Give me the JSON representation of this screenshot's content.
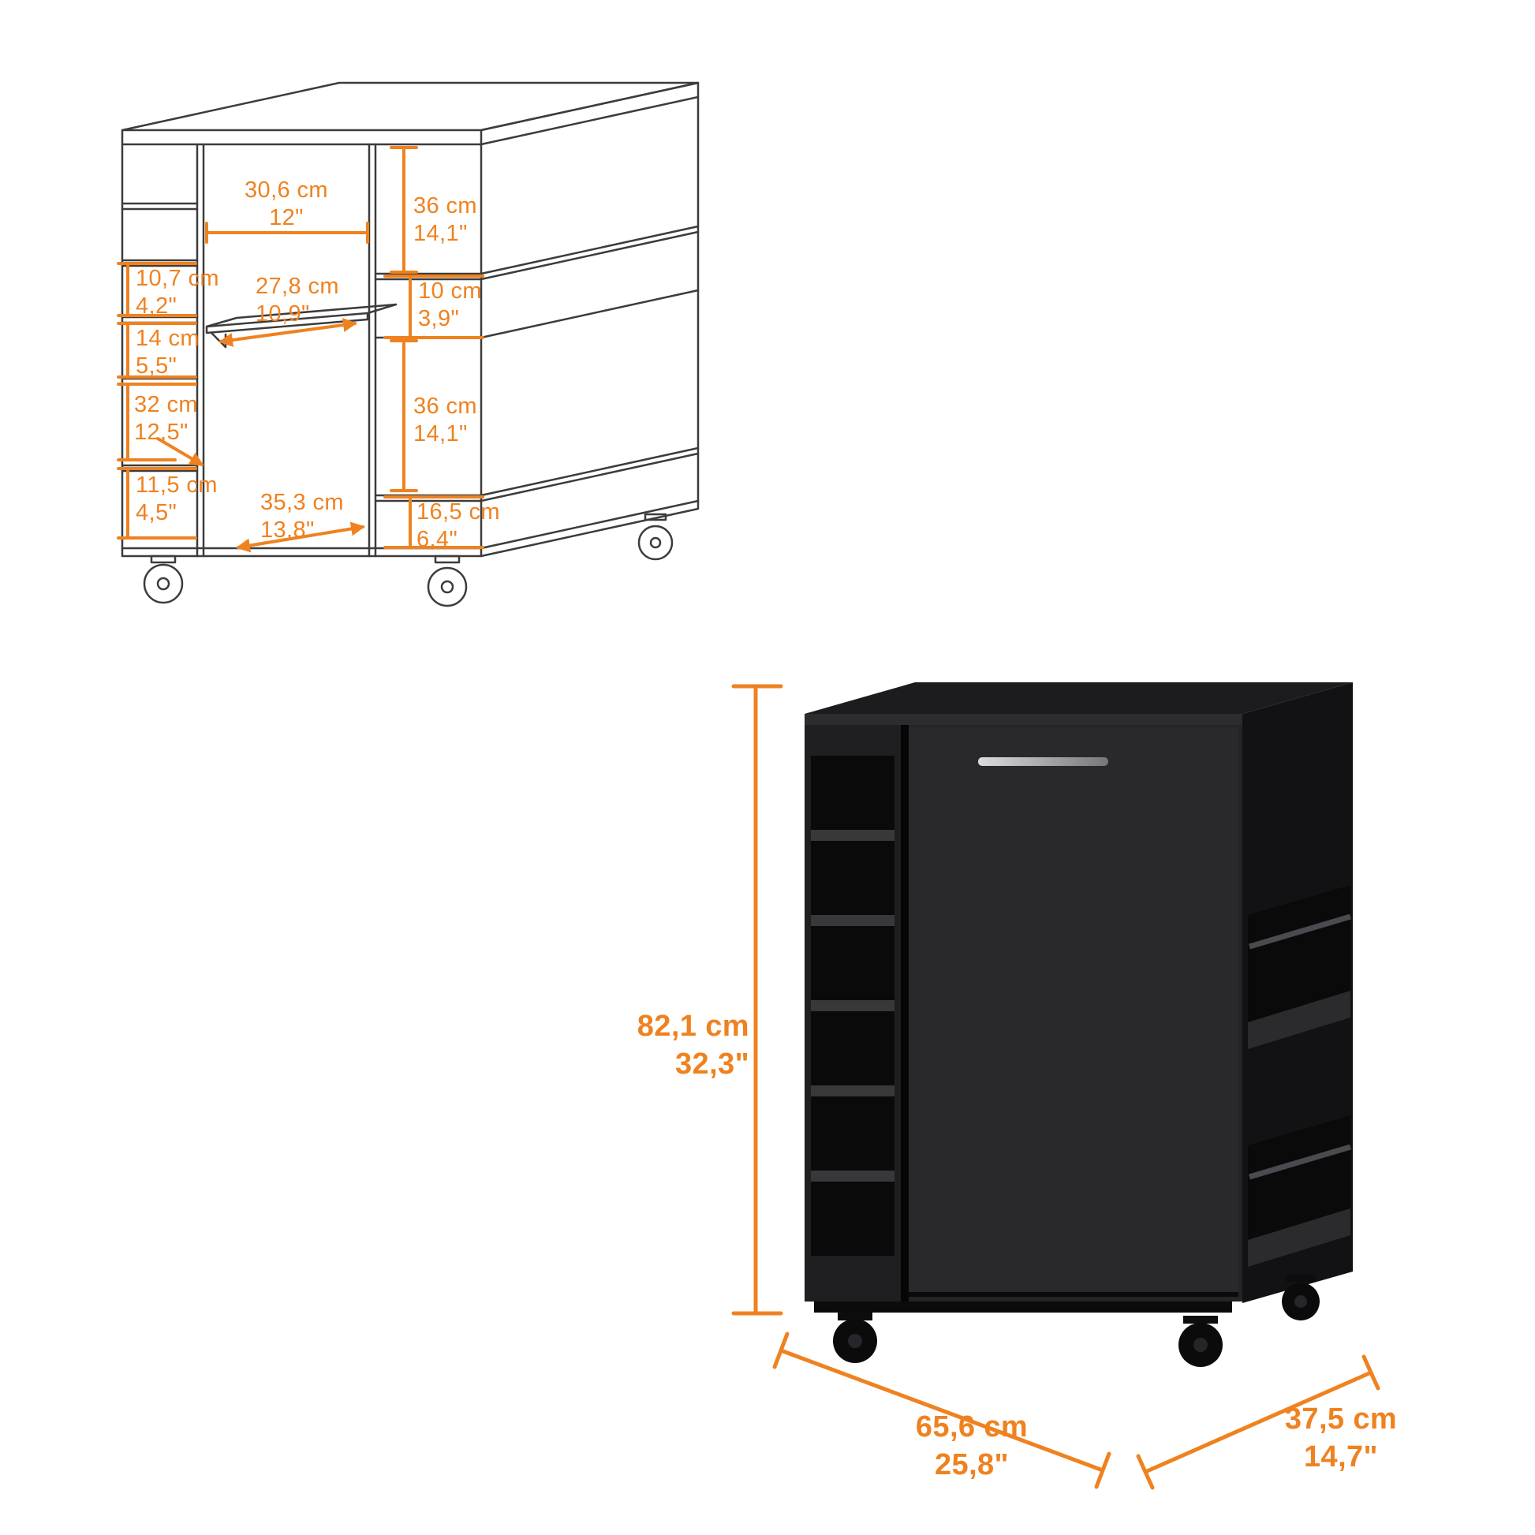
{
  "colors": {
    "accent": "#ef8220",
    "line": "#3c3c3c",
    "cabinet": "#242427"
  },
  "wireframe": {
    "labels": {
      "opening_width": {
        "cm": "30,6 cm",
        "in": "12\""
      },
      "upper_side_height": {
        "cm": "36 cm",
        "in": "14,1\""
      },
      "cubby_height": {
        "cm": "10,7 cm",
        "in": "4,2\""
      },
      "middle_shelf_width": {
        "cm": "27,8 cm",
        "in": "10,9\""
      },
      "side_shelf_height": {
        "cm": "10 cm",
        "in": "3,9\""
      },
      "shelf_spacing": {
        "cm": "14 cm",
        "in": "5,5\""
      },
      "lower_section_height": {
        "cm": "32 cm",
        "in": "12,5\""
      },
      "lower_side_height": {
        "cm": "36 cm",
        "in": "14,1\""
      },
      "bottom_cubby_height": {
        "cm": "11,5 cm",
        "in": "4,5\""
      },
      "bottom_opening_width": {
        "cm": "35,3 cm",
        "in": "13,8\""
      },
      "bottom_side_shelf_height": {
        "cm": "16,5 cm",
        "in": "6,4\""
      }
    }
  },
  "product": {
    "labels": {
      "height": {
        "cm": "82,1 cm",
        "in": "32,3\""
      },
      "width": {
        "cm": "65,6 cm",
        "in": "25,8\""
      },
      "depth": {
        "cm": "37,5 cm",
        "in": "14,7\""
      }
    }
  }
}
